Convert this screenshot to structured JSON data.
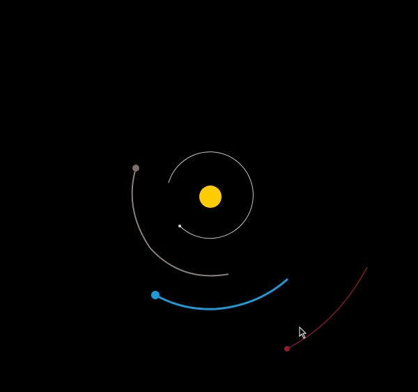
{
  "scene": {
    "background": "#000000",
    "sun": {
      "color": "#FFCC00"
    },
    "orbits": [
      {
        "id": "inner",
        "trail_color": "#C8C8C8",
        "planet_color": "#D8D8D8"
      },
      {
        "id": "second",
        "trail_color": "#8E7F7F",
        "planet_color": "#7E6E6E"
      },
      {
        "id": "third",
        "trail_color": "#1E9BD7",
        "planet_color": "#1E9BD7"
      },
      {
        "id": "outer",
        "trail_color": "#7A1F2B",
        "planet_color": "#8E1E2C"
      }
    ]
  },
  "cursor": {
    "icon": "mouse-pointer-icon"
  }
}
